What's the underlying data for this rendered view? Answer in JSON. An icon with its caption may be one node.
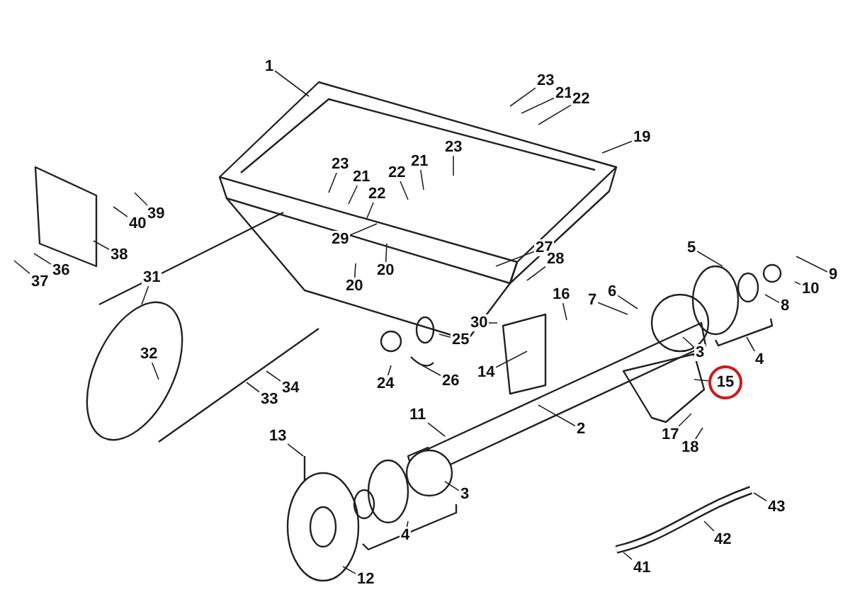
{
  "diagram": {
    "nodes": [
      {
        "text": [
          "1"
        ]
      },
      {
        "text": [
          "23"
        ]
      },
      {
        "text": [
          "21"
        ]
      },
      {
        "text": [
          "22"
        ]
      },
      {
        "text": [
          "19"
        ]
      },
      {
        "text": [
          "23"
        ]
      },
      {
        "text": [
          "21"
        ]
      },
      {
        "text": [
          "22"
        ]
      },
      {
        "text": [
          "23"
        ]
      },
      {
        "text": [
          "21"
        ]
      },
      {
        "text": [
          "22"
        ]
      },
      {
        "text": [
          "40"
        ]
      },
      {
        "text": [
          "39"
        ]
      },
      {
        "text": [
          "29"
        ]
      },
      {
        "text": [
          "38"
        ]
      },
      {
        "text": [
          "27"
        ]
      },
      {
        "text": [
          "28"
        ]
      },
      {
        "text": [
          "5"
        ]
      },
      {
        "text": [
          "20"
        ]
      },
      {
        "text": [
          "36"
        ]
      },
      {
        "text": [
          "9"
        ]
      },
      {
        "text": [
          "37"
        ]
      },
      {
        "text": [
          "31"
        ]
      },
      {
        "text": [
          "20"
        ]
      },
      {
        "text": [
          "10"
        ]
      },
      {
        "text": [
          "6"
        ]
      },
      {
        "text": [
          "16"
        ]
      },
      {
        "text": [
          "8"
        ]
      },
      {
        "text": [
          "7"
        ]
      },
      {
        "text": [
          "30"
        ]
      },
      {
        "text": [
          "4"
        ]
      },
      {
        "text": [
          "25"
        ]
      },
      {
        "text": [
          "3"
        ]
      },
      {
        "text": [
          "32"
        ]
      },
      {
        "text": [
          "14"
        ]
      },
      {
        "text": [
          "26"
        ]
      },
      {
        "text": [
          "24"
        ]
      },
      {
        "text": [
          "15"
        ]
      },
      {
        "text": [
          "34"
        ]
      },
      {
        "text": [
          "33"
        ]
      },
      {
        "text": [
          "11"
        ]
      },
      {
        "text": [
          "2"
        ]
      },
      {
        "text": [
          "17"
        ]
      },
      {
        "text": [
          "13"
        ]
      },
      {
        "text": [
          "18"
        ]
      },
      {
        "text": [
          "3"
        ]
      },
      {
        "text": [
          "43"
        ]
      },
      {
        "text": [
          "4"
        ]
      },
      {
        "text": [
          "42"
        ]
      },
      {
        "text": [
          "41"
        ]
      },
      {
        "text": [
          "12"
        ]
      }
    ],
    "edges": [
      {
        "from": 0,
        "to": null,
        "arrow": "none"
      },
      {
        "from": 1,
        "to": null,
        "arrow": "none"
      },
      {
        "from": 2,
        "to": null,
        "arrow": "none"
      },
      {
        "from": 3,
        "to": null,
        "arrow": "none"
      },
      {
        "from": 4,
        "to": null,
        "arrow": "none"
      },
      {
        "from": 5,
        "to": null,
        "arrow": "none"
      },
      {
        "from": 6,
        "to": null,
        "arrow": "none"
      },
      {
        "from": 7,
        "to": null,
        "arrow": "none"
      },
      {
        "from": 8,
        "to": null,
        "arrow": "none"
      },
      {
        "from": 9,
        "to": null,
        "arrow": "none"
      },
      {
        "from": 10,
        "to": null,
        "arrow": "none"
      },
      {
        "from": 11,
        "to": null,
        "arrow": "none"
      },
      {
        "from": 12,
        "to": null,
        "arrow": "none"
      },
      {
        "from": 13,
        "to": null,
        "arrow": "none"
      },
      {
        "from": 14,
        "to": null,
        "arrow": "none"
      },
      {
        "from": 15,
        "to": null,
        "arrow": "none"
      },
      {
        "from": 16,
        "to": null,
        "arrow": "none"
      },
      {
        "from": 17,
        "to": null,
        "arrow": "none"
      },
      {
        "from": 18,
        "to": null,
        "arrow": "none"
      },
      {
        "from": 19,
        "to": null,
        "arrow": "none"
      },
      {
        "from": 20,
        "to": null,
        "arrow": "none"
      },
      {
        "from": 21,
        "to": null,
        "arrow": "none"
      },
      {
        "from": 22,
        "to": null,
        "arrow": "none"
      },
      {
        "from": 23,
        "to": null,
        "arrow": "none"
      },
      {
        "from": 24,
        "to": null,
        "arrow": "none"
      },
      {
        "from": 25,
        "to": null,
        "arrow": "none"
      },
      {
        "from": 26,
        "to": null,
        "arrow": "none"
      },
      {
        "from": 27,
        "to": null,
        "arrow": "none"
      },
      {
        "from": 28,
        "to": null,
        "arrow": "none"
      },
      {
        "from": 29,
        "to": null,
        "arrow": "none"
      },
      {
        "from": 30,
        "to": null,
        "arrow": "none"
      },
      {
        "from": 31,
        "to": null,
        "arrow": "none"
      },
      {
        "from": 32,
        "to": null,
        "arrow": "none"
      },
      {
        "from": 33,
        "to": null,
        "arrow": "none"
      },
      {
        "from": 34,
        "to": null,
        "arrow": "none"
      },
      {
        "from": 35,
        "to": null,
        "arrow": "none"
      },
      {
        "from": 36,
        "to": null,
        "arrow": "none"
      },
      {
        "from": 37,
        "to": null,
        "arrow": "none"
      },
      {
        "from": 38,
        "to": null,
        "arrow": "none"
      },
      {
        "from": 39,
        "to": null,
        "arrow": "none"
      },
      {
        "from": 40,
        "to": null,
        "arrow": "none"
      },
      {
        "from": 41,
        "to": null,
        "arrow": "none"
      },
      {
        "from": 42,
        "to": null,
        "arrow": "none"
      },
      {
        "from": 43,
        "to": null,
        "arrow": "none"
      },
      {
        "from": 44,
        "to": null,
        "arrow": "none"
      },
      {
        "from": 45,
        "to": null,
        "arrow": "none"
      },
      {
        "from": 46,
        "to": null,
        "arrow": "none"
      },
      {
        "from": 47,
        "to": null,
        "arrow": "none"
      },
      {
        "from": 48,
        "to": null,
        "arrow": "none"
      },
      {
        "from": 49,
        "to": null,
        "arrow": "none"
      },
      {
        "from": 50,
        "to": null,
        "arrow": "none"
      }
    ]
  }
}
